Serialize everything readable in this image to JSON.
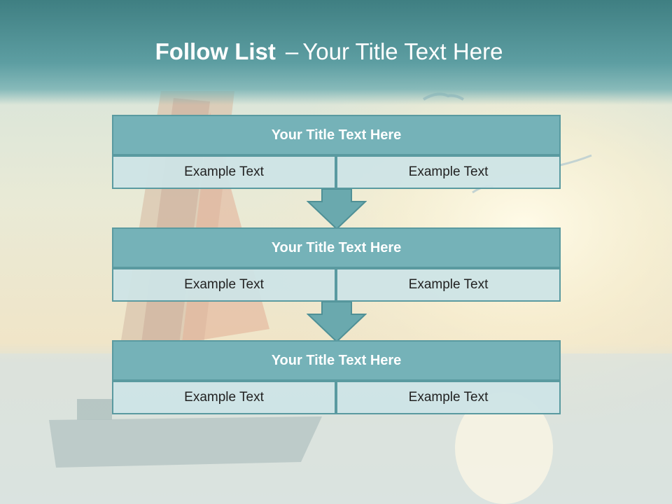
{
  "slide": {
    "title_bold": "Follow List",
    "title_dash": "–",
    "title_rest": "Your Title Text Here"
  },
  "colors": {
    "header": "#4d9094",
    "block_title_bg": "#75b2b8",
    "cell_bg": "#cee4e6",
    "border": "#5a9aa0",
    "arrow": "#6aa9ae"
  },
  "blocks": [
    {
      "title": "Your Title Text Here",
      "cells": [
        "Example Text",
        "Example Text"
      ]
    },
    {
      "title": "Your Title Text Here",
      "cells": [
        "Example Text",
        "Example Text"
      ]
    },
    {
      "title": "Your Title Text Here",
      "cells": [
        "Example Text",
        "Example Text"
      ]
    }
  ]
}
